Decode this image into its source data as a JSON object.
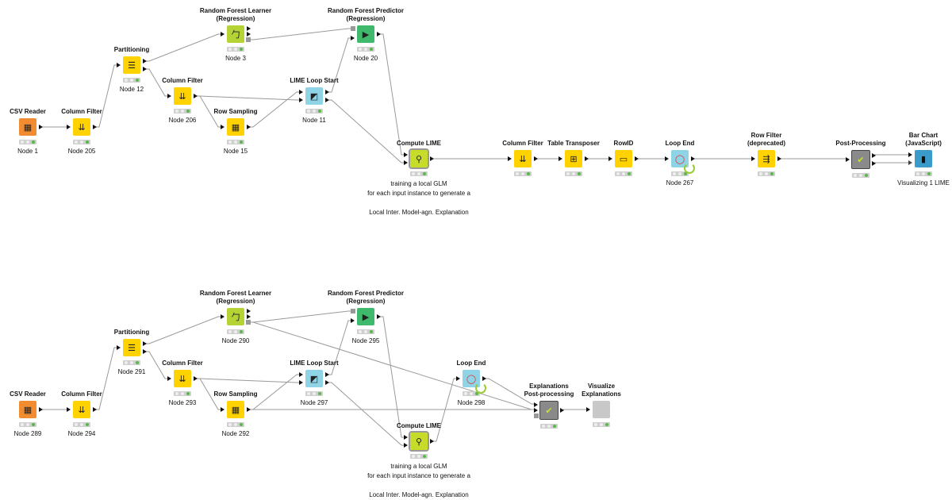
{
  "colors": {
    "reader": "#f28c30",
    "manipulator": "#ffd200",
    "learner": "#b5d335",
    "predictor": "#3fb96c",
    "loop": "#8fd3e6",
    "compute": "#c7dc2a",
    "component": "#8a8a8a",
    "view": "#3a9bcb",
    "empty": "#c8c8c8",
    "wire": "#9a9a9a",
    "status_green": "#5ab84b"
  },
  "workflows": [
    {
      "nodes": [
        {
          "id": "n1",
          "title": "CSV Reader",
          "label": "Node 1",
          "kind": "reader",
          "icon": "table-arrow-icon",
          "glyph": "▦"
        },
        {
          "id": "n205",
          "title": "Column Filter",
          "label": "Node 205",
          "kind": "manipulator",
          "icon": "column-filter-icon",
          "glyph": "⇊"
        },
        {
          "id": "n12",
          "title": "Partitioning",
          "label": "Node 12",
          "kind": "manipulator",
          "icon": "partition-icon",
          "glyph": "☰"
        },
        {
          "id": "n3",
          "title": "Random Forest Learner\n(Regression)",
          "label": "Node 3",
          "kind": "learner",
          "icon": "tree-learner-icon",
          "glyph": "⼓"
        },
        {
          "id": "n206",
          "title": "Column Filter",
          "label": "Node 206",
          "kind": "manipulator",
          "icon": "column-filter-icon",
          "glyph": "⇊"
        },
        {
          "id": "n15",
          "title": "Row Sampling",
          "label": "Node 15",
          "kind": "manipulator",
          "icon": "row-sampling-icon",
          "glyph": "▦"
        },
        {
          "id": "n11",
          "title": "LIME Loop Start",
          "label": "Node 11",
          "kind": "loop",
          "icon": "lime-loop-start-icon",
          "glyph": "◩"
        },
        {
          "id": "n20",
          "title": "Random Forest Predictor\n(Regression)",
          "label": "Node 20",
          "kind": "predictor",
          "icon": "tree-predictor-icon",
          "glyph": "▶"
        },
        {
          "id": "cl1",
          "title": "Compute LIME",
          "label": "",
          "kind": "compute",
          "icon": "magnifier-icon",
          "glyph": "⚲"
        },
        {
          "id": "cf2",
          "title": "Column Filter",
          "label": "",
          "kind": "manipulator",
          "icon": "column-filter-icon",
          "glyph": "⇊"
        },
        {
          "id": "tt",
          "title": "Table Transposer",
          "label": "",
          "kind": "manipulator",
          "icon": "transpose-icon",
          "glyph": "⊞"
        },
        {
          "id": "rid",
          "title": "RowID",
          "label": "",
          "kind": "manipulator",
          "icon": "rowid-icon",
          "glyph": "▭"
        },
        {
          "id": "n267",
          "title": "Loop End",
          "label": "Node 267",
          "kind": "loop",
          "icon": "loop-end-icon",
          "glyph": "◯"
        },
        {
          "id": "rf",
          "title": "Row Filter\n(deprecated)",
          "label": "",
          "kind": "manipulator",
          "icon": "row-filter-icon",
          "glyph": "⇶"
        },
        {
          "id": "pp",
          "title": "Post-Processing",
          "label": "",
          "kind": "component",
          "icon": "checkmark-icon",
          "glyph": "✔"
        },
        {
          "id": "bc",
          "title": "Bar Chart\n(JavaScript)",
          "label": "Visualizing 1 LIME",
          "kind": "view",
          "icon": "bar-chart-icon",
          "glyph": "▮"
        }
      ],
      "annotation": "training a local GLM\nfor each input instance to generate a\n\nLocal Inter. Model-agn.  Explanation"
    },
    {
      "nodes": [
        {
          "id": "n289",
          "title": "CSV Reader",
          "label": "Node 289",
          "kind": "reader",
          "icon": "table-arrow-icon",
          "glyph": "▦"
        },
        {
          "id": "n294",
          "title": "Column Filter",
          "label": "Node 294",
          "kind": "manipulator",
          "icon": "column-filter-icon",
          "glyph": "⇊"
        },
        {
          "id": "n291",
          "title": "Partitioning",
          "label": "Node 291",
          "kind": "manipulator",
          "icon": "partition-icon",
          "glyph": "☰"
        },
        {
          "id": "n290",
          "title": "Random Forest Learner\n(Regression)",
          "label": "Node 290",
          "kind": "learner",
          "icon": "tree-learner-icon",
          "glyph": "⼓"
        },
        {
          "id": "n293",
          "title": "Column Filter",
          "label": "Node 293",
          "kind": "manipulator",
          "icon": "column-filter-icon",
          "glyph": "⇊"
        },
        {
          "id": "n292",
          "title": "Row Sampling",
          "label": "Node 292",
          "kind": "manipulator",
          "icon": "row-sampling-icon",
          "glyph": "▦"
        },
        {
          "id": "n297",
          "title": "LIME Loop Start",
          "label": "Node 297",
          "kind": "loop",
          "icon": "lime-loop-start-icon",
          "glyph": "◩"
        },
        {
          "id": "n295",
          "title": "Random Forest Predictor\n(Regression)",
          "label": "Node 295",
          "kind": "predictor",
          "icon": "tree-predictor-icon",
          "glyph": "▶"
        },
        {
          "id": "n298",
          "title": "Loop End",
          "label": "Node 298",
          "kind": "loop",
          "icon": "loop-end-icon",
          "glyph": "◯"
        },
        {
          "id": "cl2",
          "title": "Compute LIME",
          "label": "",
          "kind": "compute",
          "icon": "magnifier-icon",
          "glyph": "⚲"
        },
        {
          "id": "epp",
          "title": "Explanations\nPost-processing",
          "label": "",
          "kind": "component",
          "icon": "checkmark-icon",
          "glyph": "✔"
        },
        {
          "id": "ve",
          "title": "Visualize\nExplanations",
          "label": "",
          "kind": "empty",
          "icon": "empty-component-icon",
          "glyph": ""
        }
      ],
      "annotation": "training a local GLM\nfor each input instance to generate a\n\nLocal Inter. Model-agn.  Explanation"
    }
  ]
}
